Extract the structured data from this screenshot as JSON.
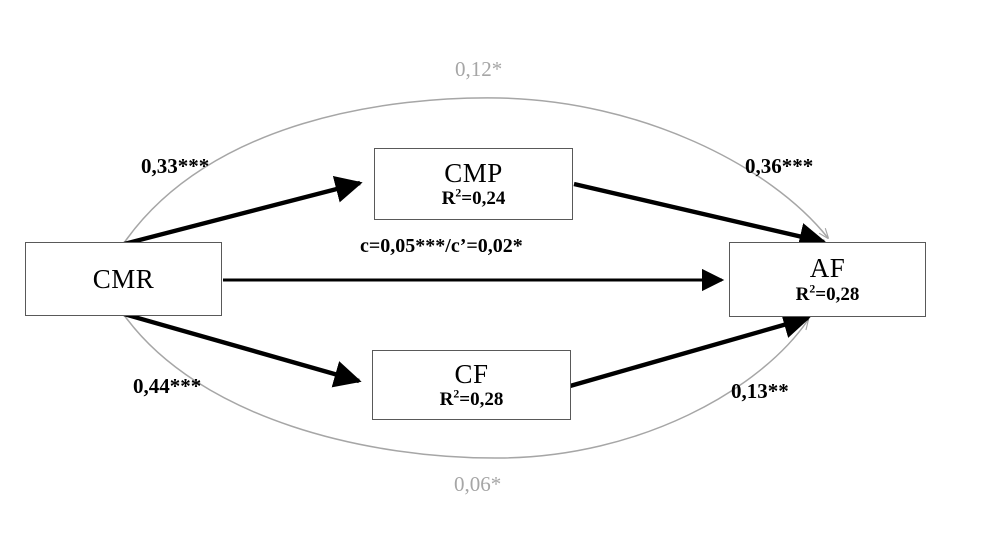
{
  "diagram": {
    "type": "mediation-path-diagram",
    "nodes": [
      {
        "id": "cmr",
        "label": "CMR",
        "sub": "",
        "sub_prefix": "",
        "sub_sup": "",
        "sub_suffix": ""
      },
      {
        "id": "cmp",
        "label": "CMP",
        "sub": "R²=0,24",
        "sub_prefix": "R",
        "sub_sup": "2",
        "sub_suffix": "=0,24"
      },
      {
        "id": "cf",
        "label": "CF",
        "sub": "R²=0,28",
        "sub_prefix": "R",
        "sub_sup": "2",
        "sub_suffix": "=0,28"
      },
      {
        "id": "af",
        "label": "AF",
        "sub": "R²=0,28",
        "sub_prefix": "R",
        "sub_sup": "2",
        "sub_suffix": "=0,28"
      }
    ],
    "edges": [
      {
        "id": "cmr-cmp",
        "label": "0,33***",
        "style": "black-thick"
      },
      {
        "id": "cmp-af",
        "label": "0,36***",
        "style": "black-thick"
      },
      {
        "id": "cmr-cf",
        "label": "0,44***",
        "style": "black-thick"
      },
      {
        "id": "cf-af",
        "label": "0,13**",
        "style": "black-thick"
      },
      {
        "id": "cmr-af-direct",
        "label": "c=0,05***/c’=0,02*",
        "style": "black-thin"
      },
      {
        "id": "cmr-af-upper",
        "label": "0,12*",
        "style": "gray-curve"
      },
      {
        "id": "cmr-af-lower",
        "label": "0,06*",
        "style": "gray-curve"
      }
    ],
    "colors": {
      "node_border": "#595959",
      "black_path": "#000000",
      "gray_path": "#a6a6a6",
      "gray_label": "#a6a6a6",
      "background": "#ffffff"
    }
  }
}
